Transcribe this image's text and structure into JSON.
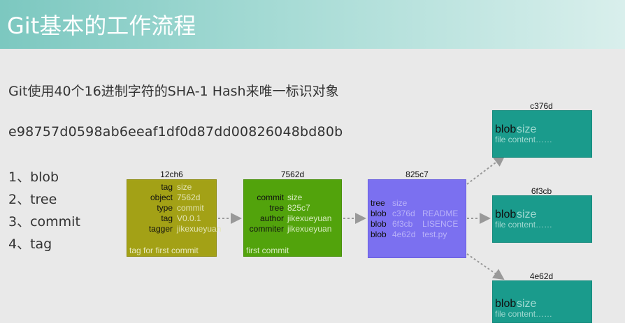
{
  "header": {
    "title": "Git基本的工作流程"
  },
  "intro": "Git使用40个16进制字符的SHA-1 Hash来唯一标识对象",
  "hash": "e98757d0598ab6eeaf1df0d87dd00826048bd80b",
  "types": [
    "1、blob",
    "2、tree",
    "3、commit",
    "4、tag"
  ],
  "colors": {
    "tag": "#a3a116",
    "commit": "#52a30c",
    "tree": "#7b70f0",
    "blob": "#1a9b8c"
  },
  "tag_object": {
    "id": "12ch6",
    "rows": [
      {
        "k": "tag",
        "v": "size"
      },
      {
        "k": "object",
        "v": "7562d"
      },
      {
        "k": "type",
        "v": "commit"
      },
      {
        "k": "tag",
        "v": "V0.0.1"
      },
      {
        "k": "tagger",
        "v": "jikexueyuan"
      }
    ],
    "note": "tag for first commit"
  },
  "commit_object": {
    "id": "7562d",
    "rows": [
      {
        "k": "commit",
        "v": "size"
      },
      {
        "k": "tree",
        "v": "825c7"
      },
      {
        "k": "author",
        "v": "jikexueyuan"
      },
      {
        "k": "commiter",
        "v": "jikexueyuan"
      }
    ],
    "note": "first commit"
  },
  "tree_object": {
    "id": "825c7",
    "rows": [
      {
        "k": "tree",
        "v1": "size",
        "v2": ""
      },
      {
        "k": "blob",
        "v1": "c376d",
        "v2": "README"
      },
      {
        "k": "blob",
        "v1": "6f3cb",
        "v2": "LISENCE"
      },
      {
        "k": "blob",
        "v1": "4e62d",
        "v2": "test.py"
      }
    ]
  },
  "blobs": [
    {
      "id": "c376d",
      "k": "blob",
      "v": "size",
      "content": "file content……"
    },
    {
      "id": "6f3cb",
      "k": "blob",
      "v": "size",
      "content": "file content……"
    },
    {
      "id": "4e62d",
      "k": "blob",
      "v": "size",
      "content": "file content……"
    }
  ]
}
